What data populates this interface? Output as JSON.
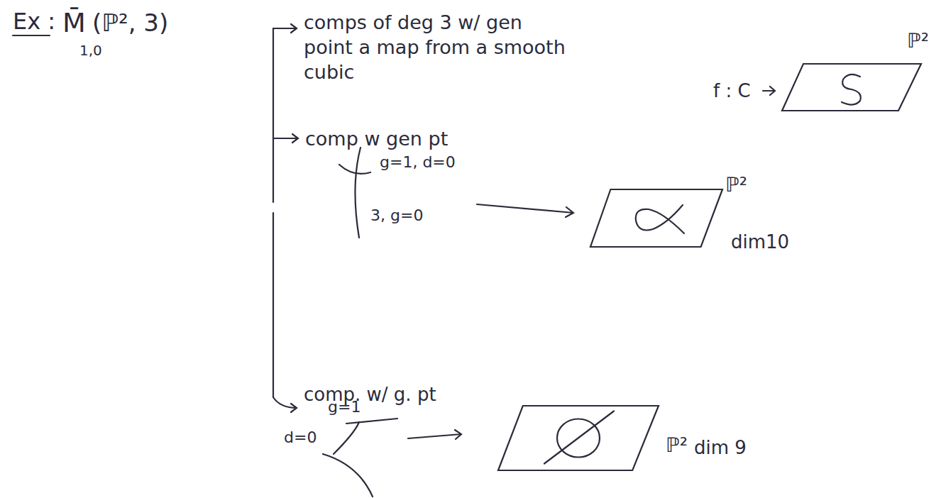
{
  "diagram": {
    "nodes": [
      {
        "text": [
          "ℙ²"
        ]
      },
      {
        "text": [
          "ℙ²"
        ]
      },
      {
        "text": [
          "ℙ²"
        ]
      }
    ],
    "labels": [
      "Ex :",
      "M̄",
      "1,0",
      "(ℙ², 3)",
      "comps of deg 3 w/ gen point a map from a smooth cubic",
      "f : C",
      "comp w gen pt",
      "g=1, d=0",
      "3, g=0",
      "dim10",
      "comp. w/ g. pt",
      "g=1",
      "d=0",
      "dim 9"
    ]
  }
}
